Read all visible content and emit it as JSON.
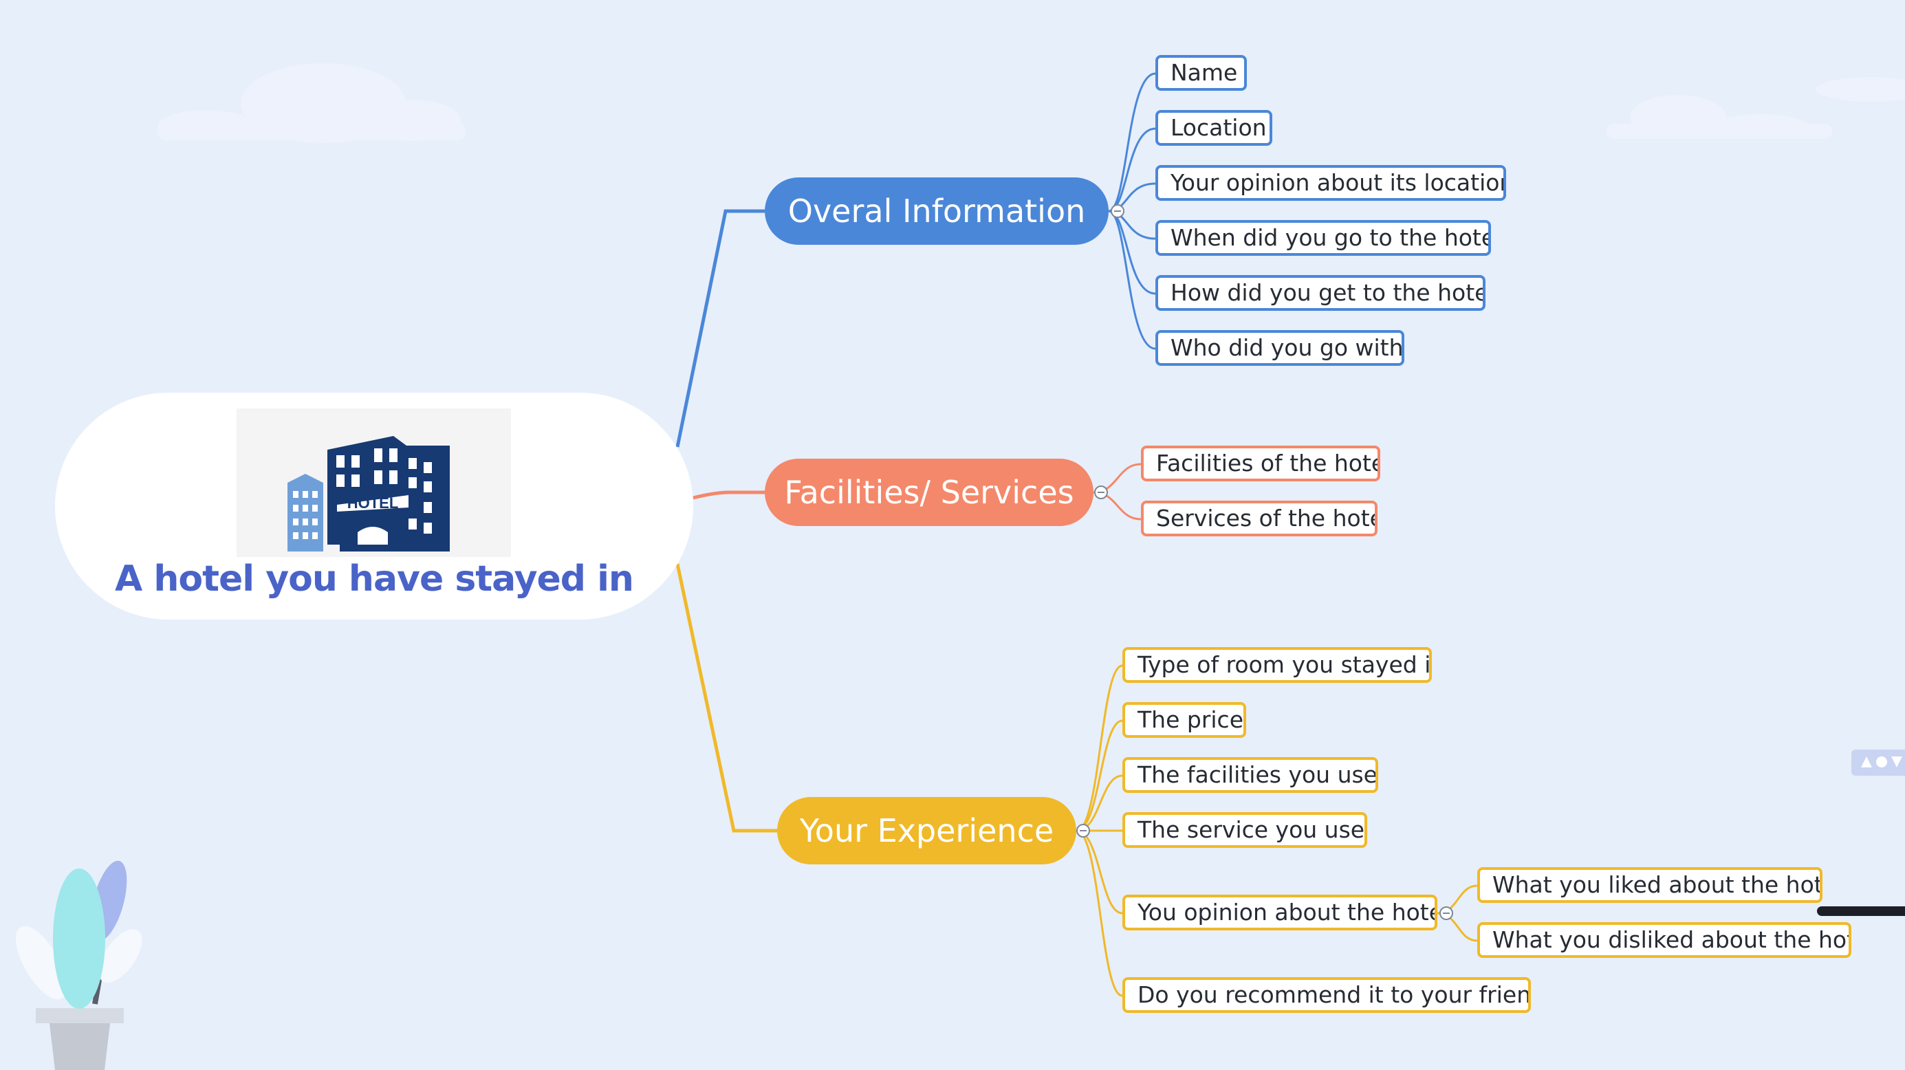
{
  "root": {
    "title": "A hotel you have stayed in",
    "image_label": "HOTEL"
  },
  "branches": [
    {
      "label": "Overal Information",
      "color": "#4a87d8",
      "items": [
        "Name",
        "Location",
        "Your opinion about its location",
        "When did you go to the hotel?",
        "How did you get to the hotel?",
        "Who did you go with?"
      ]
    },
    {
      "label": "Facilities/ Services",
      "color": "#f4886a",
      "items": [
        "Facilities of the hotel",
        "Services of the hotel"
      ]
    },
    {
      "label": "Your Experience",
      "color": "#f0b929",
      "items": [
        "Type of room you stayed in",
        "The price",
        "The facilities you used",
        "The service you used",
        "You opinion about the hotel",
        "Do you recommend it to your friend?"
      ],
      "subitems": [
        "What you liked about the hotel",
        "What you disliked about the hotel"
      ]
    }
  ],
  "colors": {
    "background": "#e7effb",
    "root_title": "#4a63c8",
    "hotel_icon": "#173a73"
  }
}
